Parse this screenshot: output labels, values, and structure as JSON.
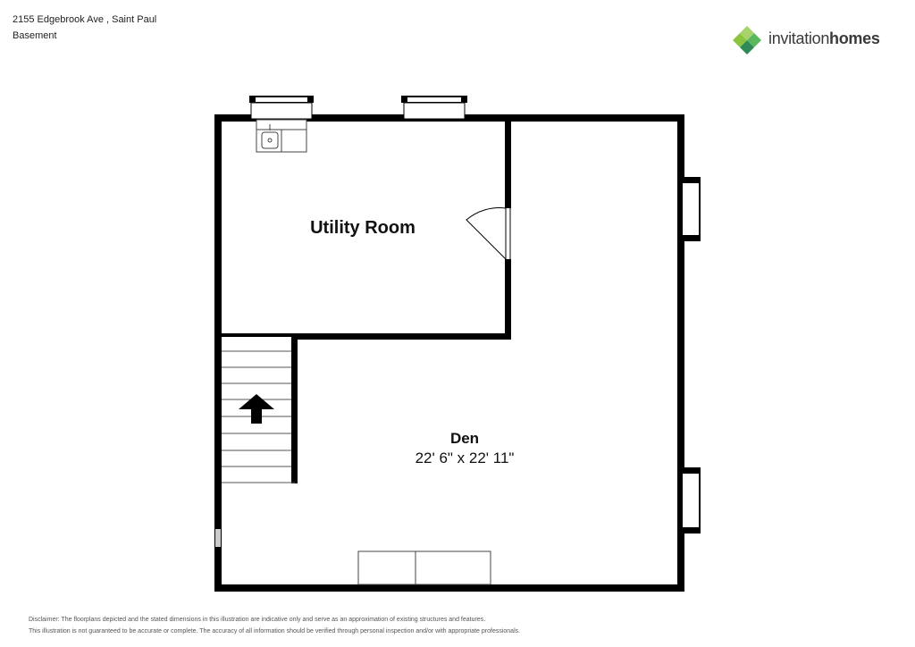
{
  "header": {
    "address": "2155 Edgebrook Ave , Saint Paul",
    "level": "Basement"
  },
  "logo": {
    "prefix": "invitation",
    "suffix": "homes",
    "colors": [
      "#8bc540",
      "#5cb85c",
      "#2e8b57",
      "#a6d36b"
    ]
  },
  "rooms": {
    "utility": {
      "name": "Utility Room"
    },
    "den": {
      "name": "Den",
      "dimensions": "22' 6\" x 22' 11\""
    }
  },
  "disclaimer": {
    "line1": "Disclaimer: The floorplans depicted and the stated dimensions in this illustration are indicative only and serve as an approximation of existing structures and features.",
    "line2": "This illustration is not guaranteed to be accurate or complete. The accuracy of all information should be verified through personal inspection and/or with appropriate professionals."
  },
  "colors": {
    "wall": "#000000",
    "fixture": "#444444"
  }
}
